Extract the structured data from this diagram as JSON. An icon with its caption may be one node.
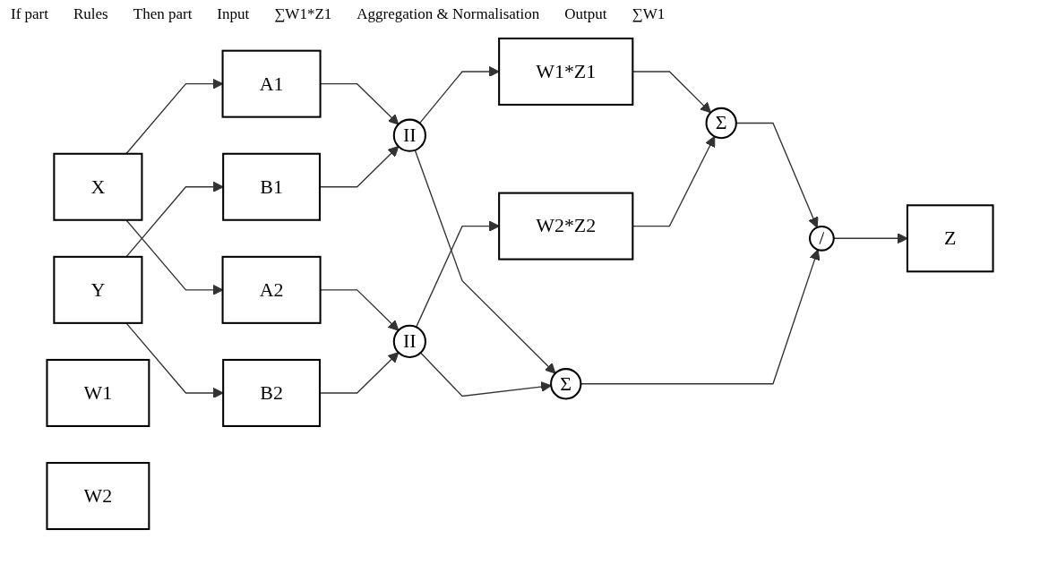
{
  "diagram": {
    "nodes": [
      {
        "text": [
          "X"
        ]
      },
      {
        "text": [
          "Y"
        ]
      },
      {
        "text": [
          "A1"
        ]
      },
      {
        "text": [
          "A2"
        ]
      },
      {
        "text": [
          "B1"
        ]
      },
      {
        "text": [
          "B2"
        ]
      },
      {
        "text": [
          "W1"
        ]
      },
      {
        "text": [
          "II"
        ]
      },
      {
        "text": [
          "II"
        ]
      },
      {
        "text": [
          "W2"
        ]
      },
      {
        "text": [
          "W1*Z1"
        ]
      },
      {
        "text": [
          "W2*Z2"
        ]
      },
      {
        "text": [
          "Σ"
        ]
      },
      {
        "text": [
          "Σ"
        ]
      },
      {
        "text": [
          "/"
        ]
      },
      {
        "text": [
          "Z"
        ]
      }
    ],
    "edges": [
      {
        "from": 0,
        "to": 2,
        "arrow": "to"
      },
      {
        "from": 0,
        "to": 3,
        "arrow": "to"
      },
      {
        "from": 1,
        "to": 4,
        "arrow": "to"
      },
      {
        "from": 1,
        "to": 5,
        "arrow": "to"
      },
      {
        "from": 2,
        "to": 7,
        "arrow": "to"
      },
      {
        "from": 3,
        "to": 8,
        "arrow": "to"
      },
      {
        "from": 4,
        "to": 7,
        "arrow": "to"
      },
      {
        "from": 5,
        "to": 8,
        "arrow": "to"
      },
      {
        "from": 7,
        "to": 10,
        "arrow": "to"
      },
      {
        "from": 7,
        "to": 13,
        "arrow": "to"
      },
      {
        "from": 8,
        "to": 11,
        "arrow": "to"
      },
      {
        "from": 8,
        "to": 13,
        "arrow": "to"
      },
      {
        "from": 10,
        "to": 12,
        "arrow": "to"
      },
      {
        "from": 11,
        "to": 12,
        "arrow": "to"
      },
      {
        "from": 12,
        "to": 14,
        "arrow": "to"
      },
      {
        "from": 13,
        "to": 14,
        "arrow": "to"
      },
      {
        "from": 14,
        "to": 15,
        "arrow": "to"
      }
    ],
    "labels": [
      "If part",
      "Rules",
      "Then part",
      "Input",
      "∑W1*Z1",
      "Aggregation & Normalisation",
      "Output",
      "∑W1"
    ]
  }
}
